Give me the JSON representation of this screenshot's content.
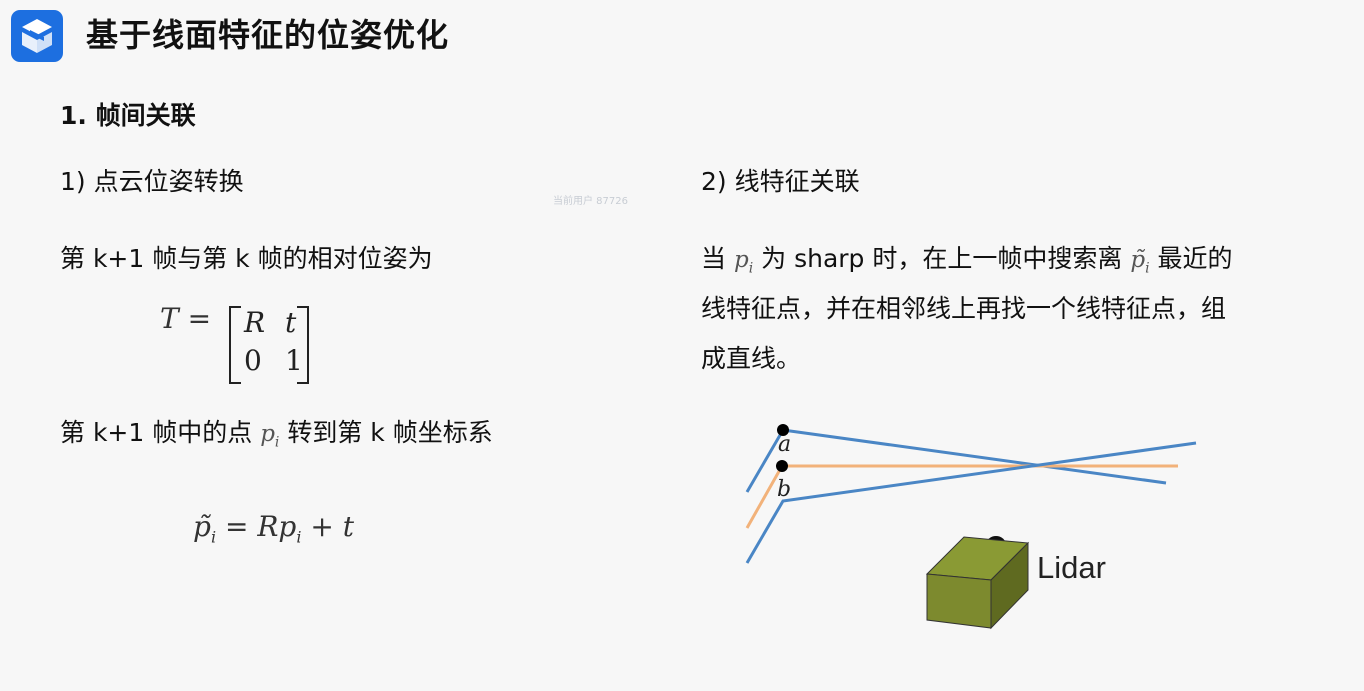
{
  "header": {
    "title": "基于线面特征的位姿优化"
  },
  "section": {
    "heading": "1. 帧间关联"
  },
  "left": {
    "subtitle": "1) 点云位姿转换",
    "line1": "第 k+1 帧与第 k 帧的相对位姿为",
    "matrix": {
      "lhs": "T =",
      "cells": [
        "R",
        "t",
        "0",
        "1"
      ]
    },
    "line2_prefix": "第 k+1 帧中的点",
    "line2_var": "p",
    "line2_sub": "i",
    "line2_suffix": "转到第 k 帧坐标系",
    "formula": {
      "lhs": "p̃",
      "lhs_sub": "i",
      "rhs_a": "= Rp",
      "rhs_sub": "i",
      "rhs_b": "+ t"
    }
  },
  "right": {
    "subtitle": "2) 线特征关联",
    "para_line1_a": "当",
    "para_var1": "p",
    "para_sub1": "i",
    "para_line1_b": "为 sharp 时，在上一帧中搜索离",
    "para_var2": "p̃",
    "para_sub2": "i",
    "para_line1_c": "最近的",
    "para_line2": "线特征点，并在相邻线上再找一个线特征点，组",
    "para_line3": "成直线。",
    "diagram": {
      "point_a": "a",
      "point_b": "b",
      "lidar_label": "Lidar",
      "colors": {
        "blue_line": "#4a86c5",
        "orange_line": "#f2b27a",
        "lidar_front": "#7d8a2e",
        "lidar_top": "#8a9a34",
        "lidar_side": "#5f6a20"
      }
    }
  },
  "watermark": "当前用户 87726",
  "icons": {
    "logo": "brand-logo-icon"
  }
}
